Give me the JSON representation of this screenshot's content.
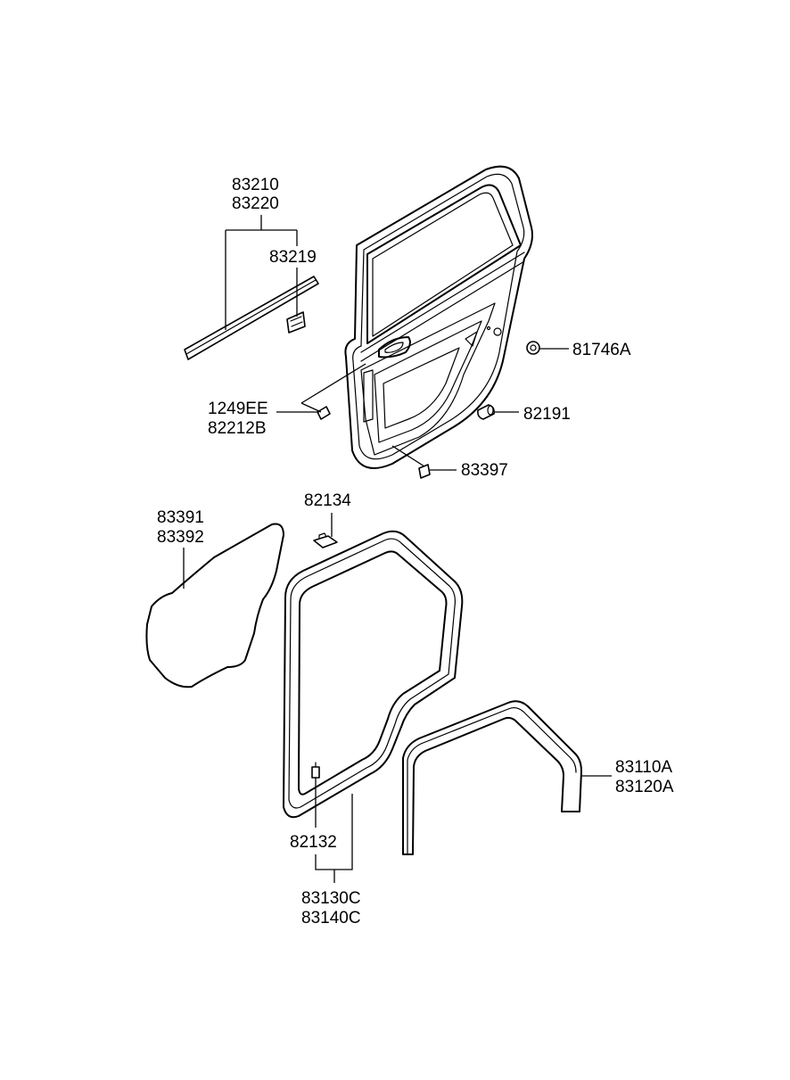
{
  "labels": {
    "p83210": "83210",
    "p83220": "83220",
    "p83219": "83219",
    "p81746A": "81746A",
    "p1249EE": "1249EE",
    "p82212B": "82212B",
    "p82191": "82191",
    "p83397": "83397",
    "p82134": "82134",
    "p83391": "83391",
    "p83392": "83392",
    "p83110A": "83110A",
    "p83120A": "83120A",
    "p82132": "82132",
    "p83130C": "83130C",
    "p83140C": "83140C"
  }
}
